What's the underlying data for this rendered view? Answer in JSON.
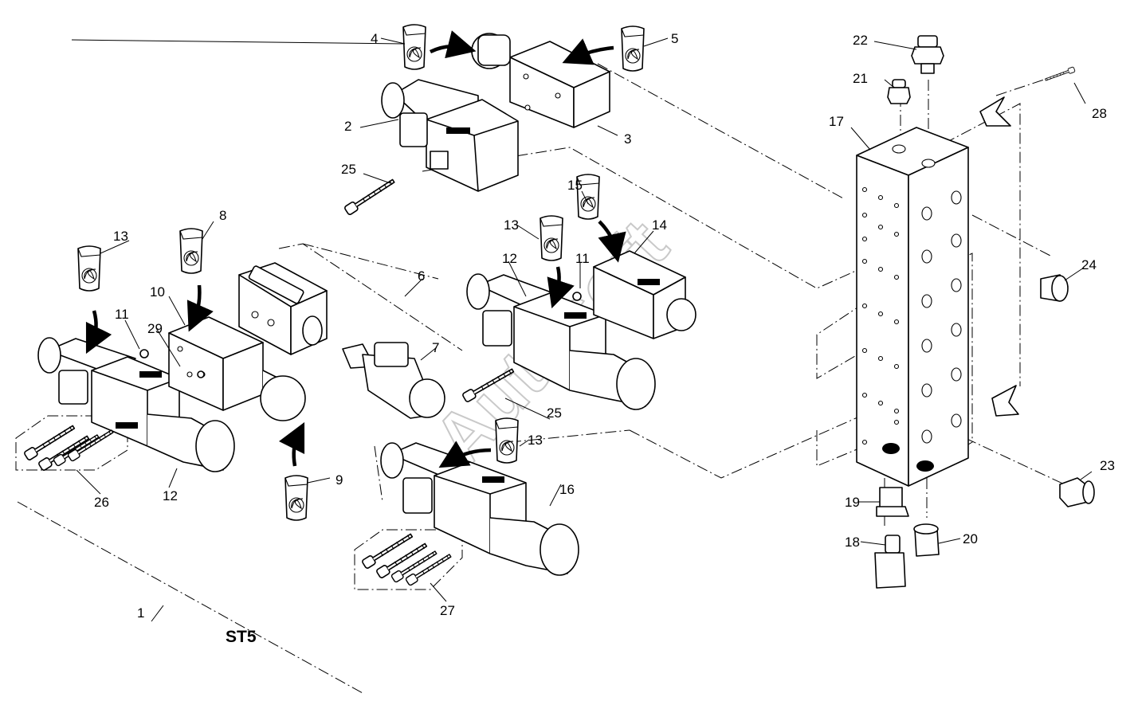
{
  "diagram": {
    "group_label": "ST5",
    "watermark": "Autosoft",
    "callouts": [
      "1",
      "2",
      "3",
      "4",
      "5",
      "6",
      "7",
      "8",
      "9",
      "10",
      "11",
      "11",
      "12",
      "12",
      "13",
      "13",
      "13",
      "14",
      "15",
      "16",
      "17",
      "18",
      "19",
      "20",
      "21",
      "22",
      "23",
      "24",
      "25",
      "25",
      "26",
      "27",
      "28",
      "29"
    ]
  }
}
